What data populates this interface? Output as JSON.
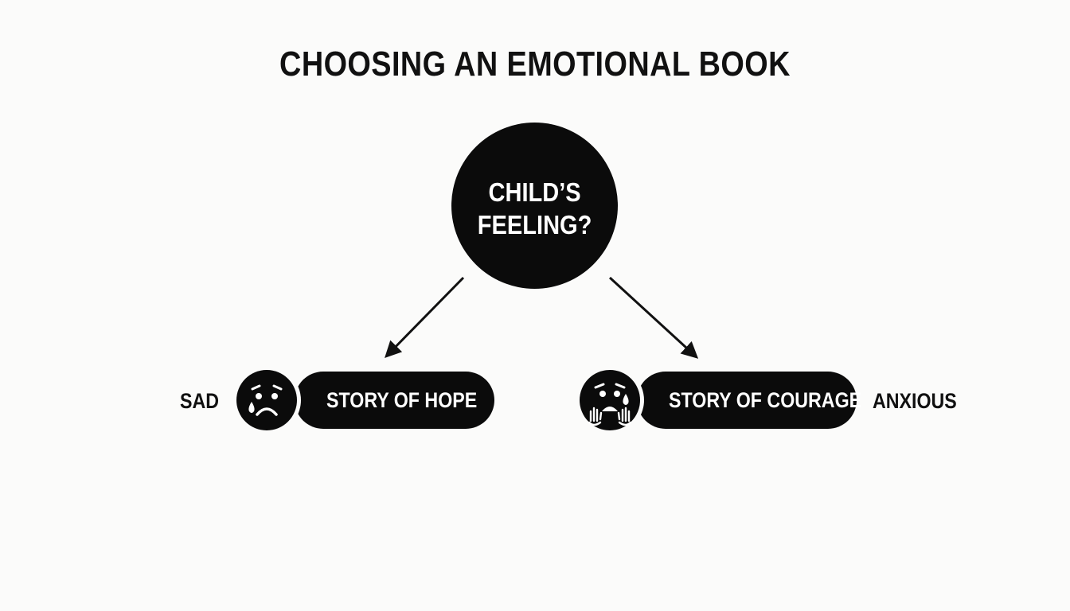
{
  "title": "CHOOSING AN EMOTIONAL BOOK",
  "center": {
    "line1": "CHILD’S",
    "line2": "FEELING?"
  },
  "branches": [
    {
      "feeling": "SAD",
      "book": "STORY OF HOPE",
      "icon": "sad-face-icon"
    },
    {
      "feeling": "ANXIOUS",
      "book": "STORY OF COURAGE",
      "icon": "anxious-face-icon"
    }
  ],
  "colors": {
    "background": "#fbfbfa",
    "node": "#0b0b0b",
    "text_on_node": "#ffffff"
  }
}
